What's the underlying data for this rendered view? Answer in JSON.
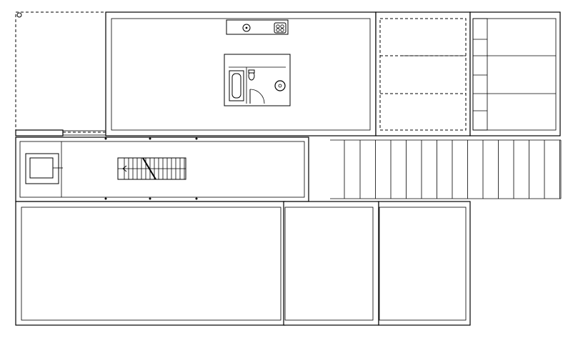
{
  "drawing": {
    "type": "architectural floor plan",
    "line_color": "#000000",
    "background_color": "#ffffff",
    "rooms": [
      {
        "name": "dashed-outline-area"
      },
      {
        "name": "room-top-center"
      },
      {
        "name": "room-top-right-a"
      },
      {
        "name": "room-top-right-b"
      },
      {
        "name": "corridor"
      },
      {
        "name": "terrace"
      },
      {
        "name": "room-bottom-left"
      },
      {
        "name": "room-bottom-middle"
      },
      {
        "name": "room-bottom-right"
      }
    ],
    "fixtures": [
      {
        "name": "kitchen-counter"
      },
      {
        "name": "stove-icon"
      },
      {
        "name": "sink-icon"
      },
      {
        "name": "bathroom-core"
      },
      {
        "name": "bathtub-icon"
      },
      {
        "name": "toilet-icon"
      },
      {
        "name": "washbasin-icon"
      },
      {
        "name": "door-swing-icon"
      },
      {
        "name": "staircase"
      },
      {
        "name": "elevator-shaft"
      }
    ]
  }
}
